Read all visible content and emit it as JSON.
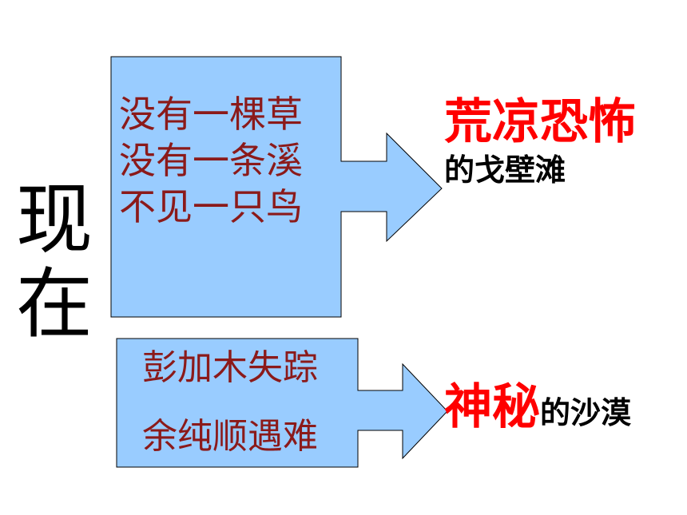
{
  "side_title": [
    "现",
    "在"
  ],
  "top_box": {
    "lines": [
      "没有一棵草",
      "没有一条溪",
      "不见一只鸟"
    ]
  },
  "bottom_box": {
    "lines": [
      "彭加木失踪",
      "余纯顺遇难"
    ]
  },
  "top_result": {
    "highlight": "荒凉恐怖",
    "rest": "的戈壁滩"
  },
  "bottom_result": {
    "highlight": "神秘",
    "rest": "的沙漠"
  },
  "colors": {
    "box_fill": "#99ccff",
    "box_stroke": "#000000",
    "box_text": "#8b1a1a",
    "highlight": "#ff0000",
    "text": "#000000",
    "background": "#ffffff"
  }
}
